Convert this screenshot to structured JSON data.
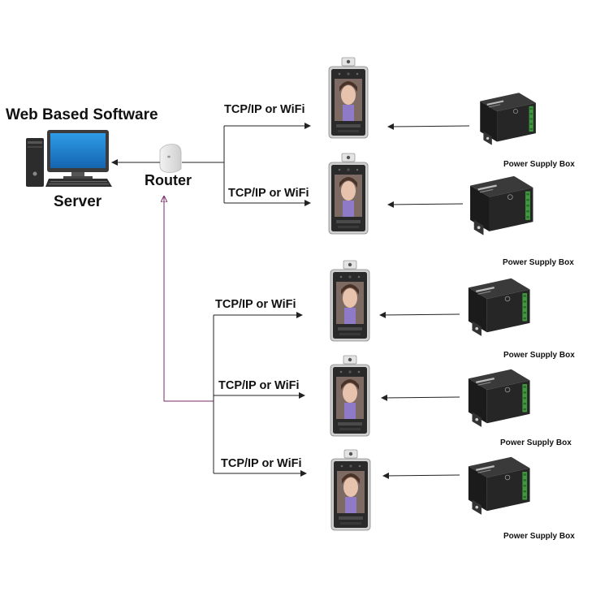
{
  "title": "Web Based Software",
  "server_label": "Server",
  "router_label": "Router",
  "terminals": [
    {
      "link_label": "TCP/IP or WiFi",
      "power_label": "Power Supply Box"
    },
    {
      "link_label": "TCP/IP or WiFi",
      "power_label": "Power Supply Box"
    },
    {
      "link_label": "TCP/IP or WiFi",
      "power_label": "Power Supply Box"
    },
    {
      "link_label": "TCP/IP or WiFi",
      "power_label": "Power Supply Box"
    },
    {
      "link_label": "TCP/IP or WiFi",
      "power_label": "Power Supply Box"
    }
  ],
  "icons": {
    "server": "computer-tower-monitor-icon",
    "router": "wifi-router-icon",
    "terminal": "face-recognition-terminal-icon",
    "power": "power-supply-box-icon"
  },
  "colors": {
    "line": "#222222",
    "uplink": "#7a2a6a",
    "monitor_screen": "#1e88d6",
    "power_box": "#262626",
    "terminal_bezel": "#2a2a2a"
  }
}
